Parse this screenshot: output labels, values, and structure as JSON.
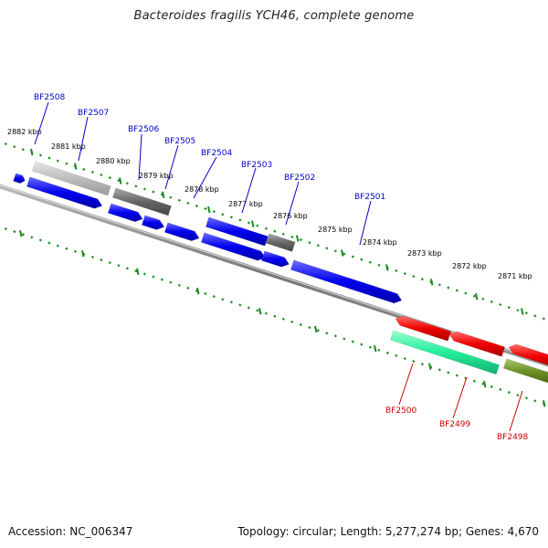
{
  "title": "Bacteroides fragilis YCH46, complete genome",
  "footer": {
    "accession": "Accession: NC_006347",
    "topology": "Topology: circular; Length: 5,277,274 bp; Genes: 4,670"
  },
  "colors": {
    "forward_gene": "#0000ee",
    "reverse_gene": "#ee0000",
    "teal_feature": "#22ee99",
    "olive_feature": "#6b8e23",
    "gray_feature": "#777777",
    "light_gray_feature": "#bbbbbb",
    "backbone": "#888888",
    "tick": "#1a8a1a",
    "forward_label": "#0000cc",
    "reverse_label": "#cc0000"
  },
  "scale_labels": [
    "2882 kbp",
    "2881 kbp",
    "2880 kbp",
    "2879 kbp",
    "2878 kbp",
    "2877 kbp",
    "2876 kbp",
    "2875 kbp",
    "2874 kbp",
    "2873 kbp",
    "2872 kbp",
    "2871 kbp"
  ],
  "forward_gene_labels": [
    "BF2508",
    "BF2507",
    "BF2506",
    "BF2505",
    "BF2504",
    "BF2503",
    "BF2502",
    "BF2501"
  ],
  "reverse_gene_labels": [
    "BF2500",
    "BF2499",
    "BF2498"
  ]
}
